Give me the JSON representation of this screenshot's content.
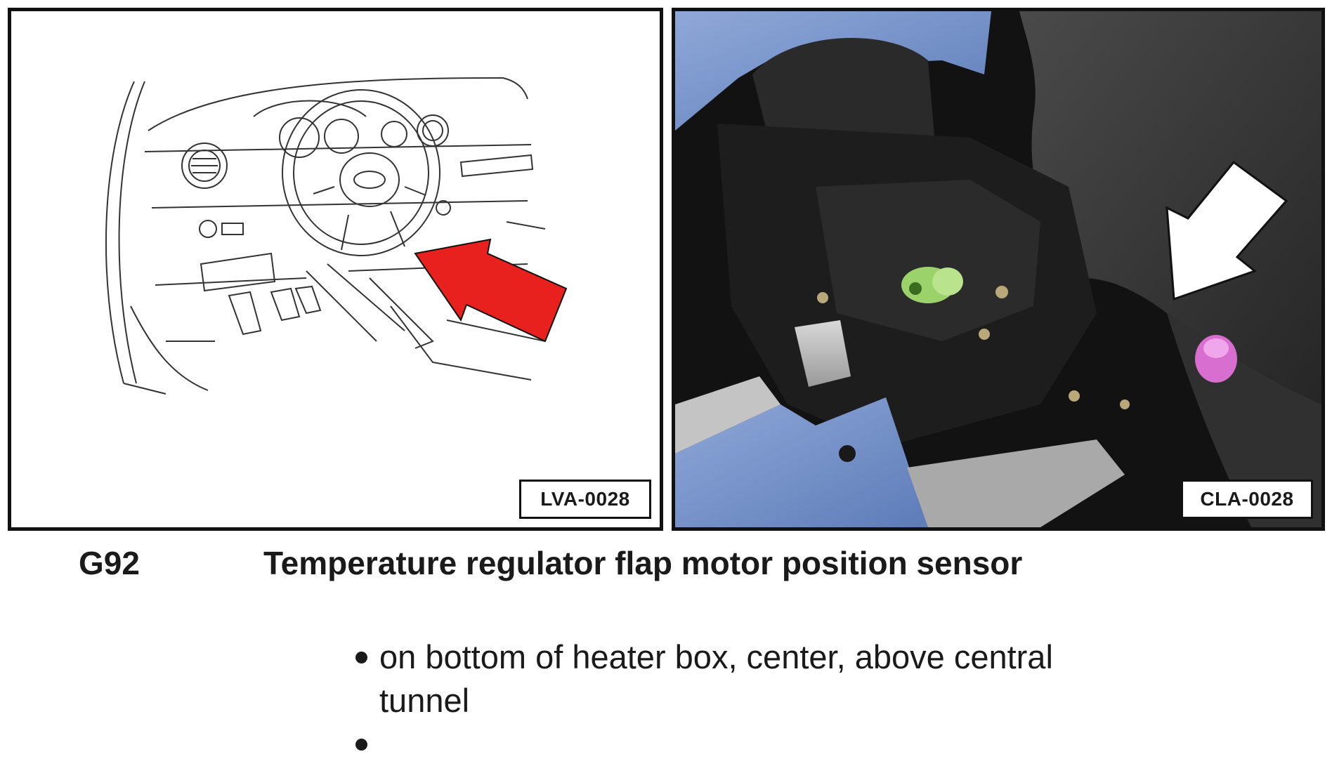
{
  "figures": {
    "left": {
      "tag": "LVA-0028",
      "arrow_color": "#e8201e"
    },
    "right": {
      "tag": "CLA-0028",
      "arrow_color": "#ffffff"
    }
  },
  "caption": {
    "code": "G92",
    "name": "Temperature regulator flap motor position sensor"
  },
  "location": {
    "items": [
      "on bottom of heater box, center, above central tunnel",
      ""
    ]
  }
}
